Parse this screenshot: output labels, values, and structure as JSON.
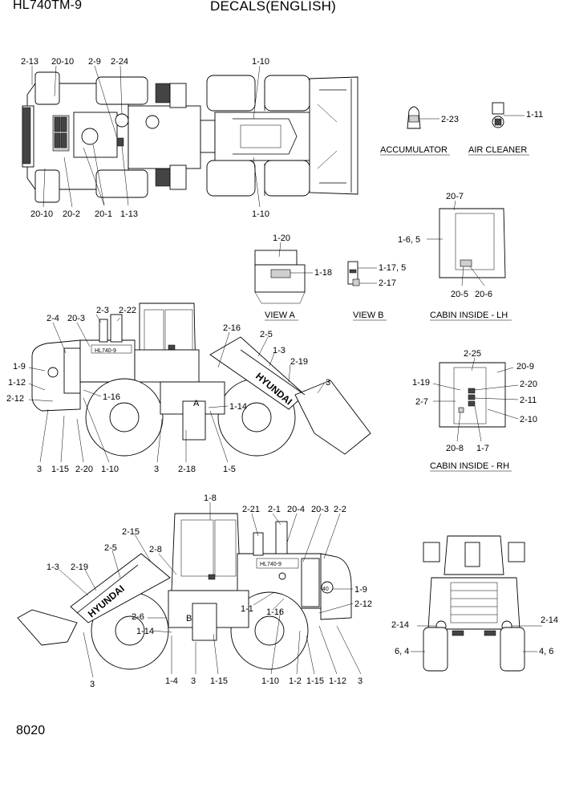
{
  "header": {
    "model": "HL740TM-9",
    "title": "DECALS(ENGLISH)"
  },
  "footer": {
    "page_number": "8020"
  },
  "captions": {
    "accumulator": "ACCUMULATOR",
    "air_cleaner": "AIR CLEANER",
    "view_a": "VIEW A",
    "view_b": "VIEW B",
    "cabin_lh": "CABIN INSIDE - LH",
    "cabin_rh": "CABIN INSIDE - RH"
  },
  "view_markers": {
    "a": "A",
    "b": "B"
  },
  "callouts": {
    "top": [
      "2-13",
      "20-10",
      "2-9",
      "2-24",
      "1-10",
      "20-10",
      "20-2",
      "20-1",
      "1-13",
      "1-10"
    ],
    "accessories": [
      "2-23",
      "1-11"
    ],
    "views": [
      "1-20",
      "1-18",
      "1-17, 5",
      "2-17"
    ],
    "cabin_lh": [
      "20-7",
      "1-6, 5",
      "20-5",
      "20-6"
    ],
    "side_lh": [
      "2-4",
      "20-3",
      "2-3",
      "2-22",
      "2-16",
      "2-5",
      "1-3",
      "2-19",
      "3",
      "1-9",
      "1-12",
      "2-12",
      "1-16",
      "1-14",
      "3",
      "1-15",
      "2-20",
      "1-10",
      "3",
      "2-18",
      "1-5"
    ],
    "cabin_rh": [
      "2-25",
      "20-9",
      "1-19",
      "2-20",
      "2-11",
      "2-7",
      "2-10",
      "20-8",
      "1-7"
    ],
    "side_rh": [
      "1-8",
      "2-21",
      "2-1",
      "20-4",
      "20-3",
      "2-2",
      "2-15",
      "2-5",
      "2-8",
      "1-3",
      "2-19",
      "1-9",
      "2-12",
      "1-1",
      "1-16",
      "2-6",
      "1-14",
      "3",
      "1-4",
      "3",
      "1-15",
      "1-10",
      "1-2",
      "1-15",
      "1-12",
      "3"
    ],
    "rear": [
      "2-14",
      "2-14",
      "6, 4",
      "4, 6"
    ]
  },
  "badges": {
    "hyundai": "HYUNDAI",
    "model_badge": "HL740-9",
    "speed_sign": "40"
  }
}
